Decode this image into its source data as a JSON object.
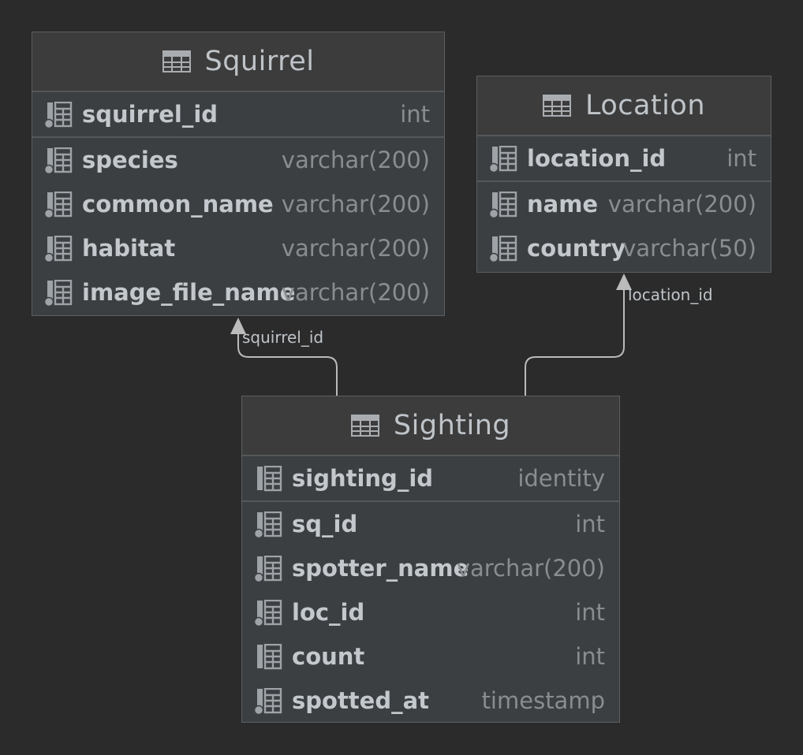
{
  "diagram": {
    "tables": {
      "squirrel": {
        "title": "Squirrel",
        "icon": "table-icon",
        "columns": [
          {
            "name": "squirrel_id",
            "type": "int",
            "icon": "foreign-key-column-icon"
          },
          {
            "name": "species",
            "type": "varchar(200)",
            "icon": "foreign-key-column-icon"
          },
          {
            "name": "common_name",
            "type": "varchar(200)",
            "icon": "foreign-key-column-icon"
          },
          {
            "name": "habitat",
            "type": "varchar(200)",
            "icon": "foreign-key-column-icon"
          },
          {
            "name": "image_file_name",
            "type": "varchar(200)",
            "icon": "foreign-key-column-icon"
          }
        ]
      },
      "location": {
        "title": "Location",
        "icon": "table-icon",
        "columns": [
          {
            "name": "location_id",
            "type": "int",
            "icon": "foreign-key-column-icon"
          },
          {
            "name": "name",
            "type": "varchar(200)",
            "icon": "foreign-key-column-icon"
          },
          {
            "name": "country",
            "type": "varchar(50)",
            "icon": "foreign-key-column-icon"
          }
        ]
      },
      "sighting": {
        "title": "Sighting",
        "icon": "table-icon",
        "columns": [
          {
            "name": "sighting_id",
            "type": "identity",
            "icon": "column-icon"
          },
          {
            "name": "sq_id",
            "type": "int",
            "icon": "foreign-key-column-icon"
          },
          {
            "name": "spotter_name",
            "type": "varchar(200)",
            "icon": "foreign-key-column-icon"
          },
          {
            "name": "loc_id",
            "type": "int",
            "icon": "foreign-key-column-icon"
          },
          {
            "name": "count",
            "type": "int",
            "icon": "column-icon"
          },
          {
            "name": "spotted_at",
            "type": "timestamp",
            "icon": "foreign-key-column-icon"
          }
        ]
      }
    },
    "relationships": [
      {
        "from": "Sighting",
        "to": "Squirrel",
        "label": "squirrel_id"
      },
      {
        "from": "Sighting",
        "to": "Location",
        "label": "location_id"
      }
    ],
    "colors": {
      "background": "#2b2b2b",
      "table_body": "#3c3f41",
      "table_border": "#5c5f61",
      "text": "#c3c8cd",
      "type_text": "#8a8d8f",
      "connector": "#bbbbbb"
    }
  }
}
